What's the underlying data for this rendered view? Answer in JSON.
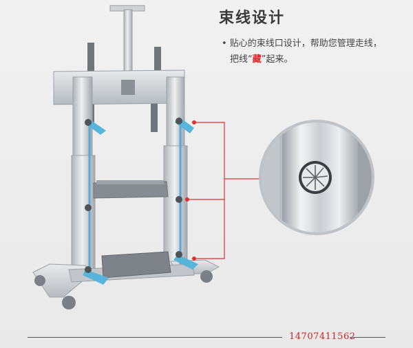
{
  "section_title": "束线设计",
  "description": {
    "line1": "• 贴心的束线口设计，帮助您管理走线，",
    "line2_prefix": "把线",
    "line2_quote_open": "“",
    "line2_highlight": "藏",
    "line2_quote_close": "”",
    "line2_suffix": "起来。"
  },
  "contact_number": "14707411562",
  "colors": {
    "title": "#3a3a3a",
    "highlight": "#e0232b",
    "callout_line": "#e03030",
    "cable": "#5aa9d8",
    "metal": "#c9cdd1",
    "dark_metal": "#6f757b"
  },
  "icons": {
    "zoom_detail": "cable-management-hole-closeup",
    "callout_dot": "red-dot-marker",
    "tie_marker": "blue-cable-tie-icon"
  }
}
